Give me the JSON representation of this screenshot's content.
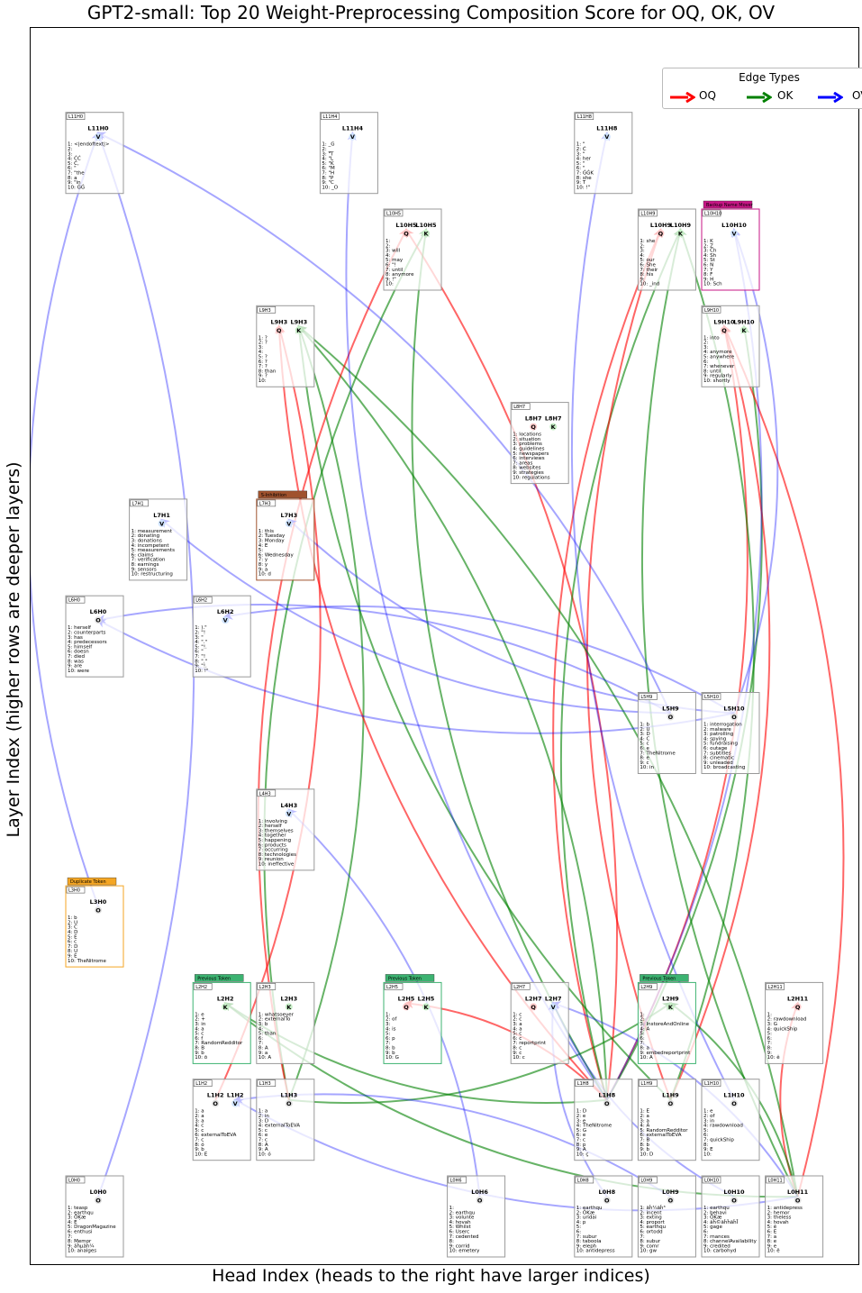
{
  "title": "GPT2-small: Top 20 Weight-Preprocessing Composition Score for OQ, OK, OV",
  "xlabel": "Head Index (heads to the right have larger indices)",
  "ylabel": "Layer Index (higher rows are deeper layers)",
  "legend": {
    "title": "Edge Types",
    "items": [
      {
        "label": "OQ",
        "color": "#ff0000"
      },
      {
        "label": "OK",
        "color": "#008000"
      },
      {
        "label": "OV",
        "color": "#0000ff"
      }
    ]
  },
  "colors": {
    "Q": "#ff0000",
    "K": "#008000",
    "V": "#0000ff",
    "O": "#8a8a8a"
  },
  "nodes": [
    {
      "id": "L11H0",
      "roles": [
        "V"
      ],
      "tokens": [
        "<|endoftext|>",
        "",
        "",
        "ĊĊ",
        "Ċ,",
        "\"",
        "\"the",
        "a",
        "\"in",
        "ĠĠ"
      ]
    },
    {
      "id": "L11H4",
      "roles": [
        "V"
      ],
      "tokens": [
        "_G",
        "_",
        "\"T",
        "\"L",
        "\"K",
        "\"M",
        "\"H",
        "\"P",
        "\"C",
        "_O"
      ]
    },
    {
      "id": "L11H8",
      "roles": [
        "V"
      ],
      "tokens": [
        "\"",
        "Ċ",
        "\"",
        "her",
        "\"",
        "\"",
        "ĠĠK",
        "she",
        "T",
        "!\""
      ]
    },
    {
      "id": "L10H5",
      "roles": [
        "Q",
        "K"
      ],
      "tokens": [
        "",
        "",
        "will",
        "",
        "may",
        "\"!",
        "until",
        "anymore",
        "!\"",
        ""
      ]
    },
    {
      "id": "L10H9",
      "roles": [
        "Q",
        "K"
      ],
      "tokens": [
        "she",
        "",
        "",
        "",
        "our",
        "She",
        "their",
        "his",
        "",
        "_ind"
      ]
    },
    {
      "id": "L10H10",
      "badge": "Backup Name Mover",
      "badgeColor": "#c71585",
      "roles": [
        "V"
      ],
      "tokens": [
        "K",
        "Z",
        "Ch",
        "Sh",
        "St",
        "N",
        "Y",
        "F",
        "H",
        "Sch"
      ]
    },
    {
      "id": "L9H3",
      "roles": [
        "Q",
        "K"
      ],
      "tokens": [
        "?",
        "?",
        "",
        "",
        "?",
        "?",
        "?",
        "than",
        "?",
        ""
      ]
    },
    {
      "id": "L9H10",
      "roles": [
        "Q",
        "K"
      ],
      "tokens": [
        "into",
        "",
        "",
        "anymore",
        "anywhere",
        "",
        "whenever",
        "until",
        "regularly",
        "shortly"
      ]
    },
    {
      "id": "L8H7",
      "roles": [
        "Q",
        "K"
      ],
      "tokens": [
        "locations",
        "situation",
        "problems",
        "guidelines",
        "newspapers",
        "interviews",
        "areas",
        "websites",
        "strategies",
        "regulations"
      ]
    },
    {
      "id": "L7H1",
      "roles": [
        "V"
      ],
      "tokens": [
        "measurement",
        "donating",
        "donations",
        "incompetent",
        "measurements",
        "claims",
        "verification",
        "earnings",
        "sensors",
        "restructuring"
      ]
    },
    {
      "id": "L7H3",
      "badge": "S-Inhibition",
      "badgeColor": "#a0522d",
      "roles": [
        "V"
      ],
      "tokens": [
        "this",
        "Tuesday",
        "Monday",
        "E",
        "",
        "Wednesday",
        "y",
        "y",
        "a",
        "d"
      ]
    },
    {
      "id": "L6H0",
      "roles": [
        "O"
      ],
      "tokens": [
        "herself",
        "counterparts",
        "has",
        "predecessors",
        "himself",
        "doesn",
        "died",
        "was",
        "are",
        "were"
      ]
    },
    {
      "id": "L6H2",
      "roles": [
        "V"
      ],
      "tokens": [
        ").\"",
        "\"!",
        "\"",
        "\".\"",
        "\"!.",
        "\"",
        "\"!",
        "\".\"",
        "\"!.",
        "!\""
      ]
    },
    {
      "id": "L5H9",
      "roles": [
        "O"
      ],
      "tokens": [
        "b",
        "U",
        "D",
        "C",
        "c",
        "e",
        "TheNitrome",
        "e",
        "c",
        "in"
      ]
    },
    {
      "id": "L5H10",
      "roles": [
        "O"
      ],
      "tokens": [
        "interrogation",
        "malware",
        "patrolling",
        "spying",
        "fundraising",
        "outage",
        "subtitles",
        "cinematic",
        "unleaded",
        "broadcasting"
      ]
    },
    {
      "id": "L4H3",
      "roles": [
        "V"
      ],
      "tokens": [
        "involving",
        "herself",
        "themselves",
        "together",
        "happening",
        "products",
        "occurring",
        "technologies",
        "reunion",
        "ineffective"
      ]
    },
    {
      "id": "L3H0",
      "badge": "Duplicate Token",
      "badgeColor": "#f5a623",
      "roles": [
        "O"
      ],
      "tokens": [
        "b",
        "U",
        "C",
        "D",
        "E",
        "c",
        "D",
        "U",
        "E",
        "TheNitrome"
      ]
    },
    {
      "id": "L2H2",
      "badge": "Previous Token",
      "badgeColor": "#3cb371",
      "roles": [
        "K"
      ],
      "tokens": [
        "e",
        "+",
        "in",
        "a",
        "c",
        "f",
        "RandomRedditor",
        "B",
        "b",
        "õ"
      ]
    },
    {
      "id": "L2H3",
      "roles": [
        "K"
      ],
      "tokens": [
        "whatsoever",
        "externalTo",
        "b",
        "",
        "than",
        "",
        "",
        "A",
        "a",
        "A"
      ]
    },
    {
      "id": "L2H5",
      "badge": "Previous Token",
      "badgeColor": "#3cb371",
      "roles": [
        "Q",
        "K"
      ],
      "tokens": [
        "",
        "of",
        "",
        "is",
        "",
        "p",
        "",
        "b",
        "b",
        "G"
      ]
    },
    {
      "id": "L2H7",
      "roles": [
        "Q",
        "V"
      ],
      "tokens": [
        "c",
        "c",
        "a",
        "a",
        "c",
        "c",
        "reportprint",
        "c",
        "c",
        "c"
      ]
    },
    {
      "id": "L2H9",
      "badge": "Previous Token",
      "badgeColor": "#3cb371",
      "roles": [
        "K"
      ],
      "tokens": [
        "",
        "",
        "InstoreAndOnline",
        "A",
        "",
        "",
        "",
        "a",
        "embedreportprint",
        "A"
      ]
    },
    {
      "id": "L2H11",
      "roles": [
        "Q"
      ],
      "tokens": [
        "",
        "rawdownload",
        "G",
        "quickShip",
        "",
        "",
        "",
        "",
        "",
        "ê"
      ]
    },
    {
      "id": "L1H2",
      "roles": [
        "O",
        "V"
      ],
      "tokens": [
        "a",
        "a",
        "a",
        "c",
        "c",
        "externalToEVA",
        "c",
        "ó",
        "b",
        "E"
      ]
    },
    {
      "id": "L1H3",
      "roles": [
        "O"
      ],
      "tokens": [
        "a",
        "in",
        "D",
        "externalToEVA",
        "c",
        "e",
        "c",
        "A",
        "A",
        "ó"
      ]
    },
    {
      "id": "L1H8",
      "roles": [
        "O"
      ],
      "tokens": [
        "D",
        "e",
        "e",
        "TheNitrome",
        "G",
        "e",
        "c",
        "p",
        "A",
        "ç"
      ]
    },
    {
      "id": "L1H9",
      "roles": [
        "O"
      ],
      "tokens": [
        "E",
        "a",
        "a",
        "A",
        "RandomRedditor",
        "externalToEVA",
        "B",
        "b",
        "b",
        "D"
      ]
    },
    {
      "id": "L1H10",
      "roles": [
        "O"
      ],
      "tokens": [
        "e",
        "of",
        "in",
        "rawdownload",
        "",
        "",
        "quickShip",
        "",
        "E",
        ""
      ]
    },
    {
      "id": "L0H0",
      "roles": [
        "O"
      ],
      "tokens": [
        "teasp",
        "earthqu",
        "ÔĶæ",
        "E",
        "DragonMagazine",
        "enthusi",
        "",
        "Memor",
        "ãĥµãĥ¼",
        "analges"
      ]
    },
    {
      "id": "L0H6",
      "roles": [
        "O"
      ],
      "tokens": [
        "",
        "earthqu",
        "volunte",
        "hovah",
        "Whilst",
        "Userc",
        "cedented",
        "",
        "corrid",
        "emetery"
      ]
    },
    {
      "id": "L0H8",
      "roles": [
        "O"
      ],
      "tokens": [
        "earthqu",
        "ÔĶæ",
        "undai",
        "p",
        "",
        "",
        "subur",
        "taboola",
        "eleph",
        "antidepress"
      ]
    },
    {
      "id": "L0H9",
      "roles": [
        "O"
      ],
      "tokens": [
        "ãĥ¼ãĥ³",
        "incent",
        "exting",
        "proport",
        "earthqu",
        "ortodd",
        "",
        "subur",
        "comr",
        "gw"
      ]
    },
    {
      "id": "L0H10",
      "roles": [
        "O"
      ],
      "tokens": [
        "earthqu",
        "behavi",
        "ÔĶæ",
        "ãĥ©ãĥĥãĥĪ",
        "gage",
        "",
        "rnances",
        "channelAvailability",
        "credited",
        "carbohyd"
      ]
    },
    {
      "id": "L0H11",
      "roles": [
        "O"
      ],
      "tokens": [
        "antidepress",
        "hemor",
        "theless",
        "hovah",
        "ê",
        "E",
        "a",
        "e",
        "e",
        "ê"
      ]
    }
  ],
  "edges": [
    {
      "from": "L1H3",
      "to": "L9H3",
      "type": "OK"
    },
    {
      "from": "L1H3",
      "to": "L10H5",
      "type": "OK"
    },
    {
      "from": "L1H3",
      "to": "L2H9",
      "type": "OK"
    },
    {
      "from": "L1H8",
      "to": "L10H9",
      "type": "OQ"
    },
    {
      "from": "L1H8",
      "to": "L10H5",
      "type": "OQ"
    },
    {
      "from": "L1H8",
      "to": "L9H3",
      "type": "OQ"
    },
    {
      "from": "L1H8",
      "to": "L9H10",
      "type": "OQ"
    },
    {
      "from": "L1H8",
      "to": "L10H9",
      "type": "OK"
    },
    {
      "from": "L1H8",
      "to": "L9H3",
      "type": "OK"
    },
    {
      "from": "L1H8",
      "to": "L10H5",
      "type": "OK"
    },
    {
      "from": "L1H8",
      "to": "L9H10",
      "type": "OK"
    },
    {
      "from": "L1H8",
      "to": "L2H2",
      "type": "OK"
    },
    {
      "from": "L1H8",
      "to": "L2H5",
      "type": "OQ"
    },
    {
      "from": "L1H9",
      "to": "L10H9",
      "type": "OQ"
    },
    {
      "from": "L1H9",
      "to": "L9H10",
      "type": "OQ"
    },
    {
      "from": "L1H9",
      "to": "L9H3",
      "type": "OK"
    },
    {
      "from": "L1H9",
      "to": "L10H9",
      "type": "OK"
    },
    {
      "from": "L1H10",
      "to": "L11H8",
      "type": "OV"
    },
    {
      "from": "L0H11",
      "to": "L9H3",
      "type": "OK"
    },
    {
      "from": "L0H11",
      "to": "L10H9",
      "type": "OK"
    },
    {
      "from": "L0H11",
      "to": "L9H10",
      "type": "OQ"
    },
    {
      "from": "L0H11",
      "to": "L2H11",
      "type": "OQ"
    },
    {
      "from": "L0H11",
      "to": "L2H9",
      "type": "OK"
    },
    {
      "from": "L0H11",
      "to": "L2H2",
      "type": "OK"
    },
    {
      "from": "L0H11",
      "to": "L2H7",
      "type": "OV"
    },
    {
      "from": "L0H11",
      "to": "L1H2",
      "type": "OV"
    },
    {
      "from": "L1H2",
      "to": "L9H3",
      "type": "OQ"
    },
    {
      "from": "L1H3",
      "to": "L10H5",
      "type": "OQ"
    },
    {
      "from": "L0H0",
      "to": "L11H0",
      "type": "OV"
    },
    {
      "from": "L3H0",
      "to": "L11H0",
      "type": "OV"
    },
    {
      "from": "L5H9",
      "to": "L11H0",
      "type": "OV"
    },
    {
      "from": "L5H9",
      "to": "L7H1",
      "type": "OV"
    },
    {
      "from": "L5H9",
      "to": "L6H0",
      "type": "OV"
    },
    {
      "from": "L5H10",
      "to": "L6H0",
      "type": "OV"
    },
    {
      "from": "L5H10",
      "to": "L6H2",
      "type": "OV"
    },
    {
      "from": "L5H10",
      "to": "L7H3",
      "type": "OV"
    },
    {
      "from": "L5H10",
      "to": "L10H10",
      "type": "OV"
    },
    {
      "from": "L1H8",
      "to": "L11H4",
      "type": "OV"
    },
    {
      "from": "L1H8",
      "to": "L10H10",
      "type": "OV"
    },
    {
      "from": "L0H8",
      "to": "L2H7",
      "type": "OV"
    },
    {
      "from": "L0H6",
      "to": "L4H3",
      "type": "OV"
    },
    {
      "from": "L0H10",
      "to": "L2H7",
      "type": "OV"
    },
    {
      "from": "L0H9",
      "to": "L1H2",
      "type": "OV"
    }
  ]
}
